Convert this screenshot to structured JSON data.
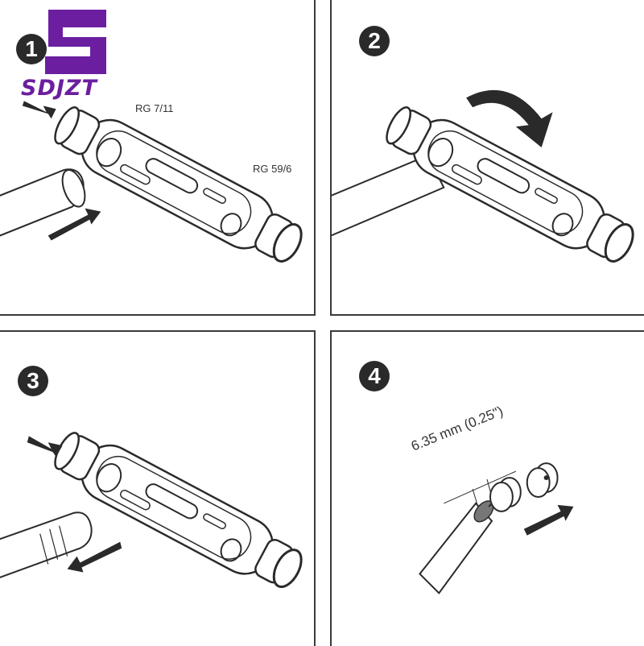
{
  "logo": {
    "mark": "S",
    "text": "SDJZT",
    "color": "#6b1fa0"
  },
  "panels": [
    {
      "step": "1",
      "labels": {
        "top": "RG 7/11",
        "side": "RG 59/6"
      }
    },
    {
      "step": "2"
    },
    {
      "step": "3"
    },
    {
      "step": "4",
      "labels": {
        "measure": "6.35 mm (0.25\")"
      }
    }
  ],
  "colors": {
    "line": "#2a2a2a",
    "tool": "#ffffff",
    "arrow": "#2a2a2a"
  }
}
